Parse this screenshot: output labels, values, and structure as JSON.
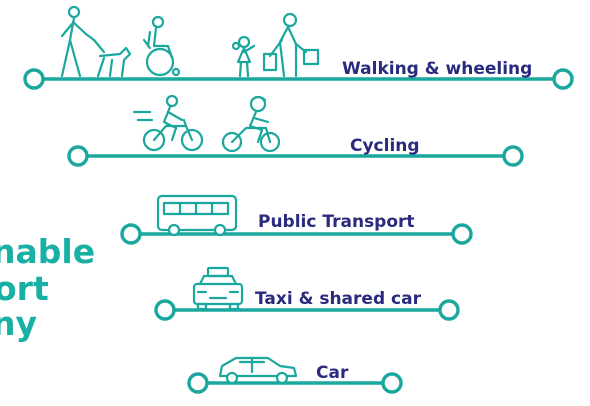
{
  "colors": {
    "line": "#1aa79d",
    "label": "#2a2a7e",
    "title": "#18b0a4",
    "illustration": "#1aa79d"
  },
  "side_title": {
    "line1": "nable",
    "line2": "ort",
    "line3": "ny"
  },
  "tiers": [
    {
      "label": "Walking & wheeling",
      "icons": [
        "pedestrian-with-dog-icon",
        "wheelchair-user-icon",
        "child-icon",
        "shopper-with-bags-icon"
      ]
    },
    {
      "label": "Cycling",
      "icons": [
        "cyclist-icon",
        "child-cyclist-icon"
      ]
    },
    {
      "label": "Public Transport",
      "icons": [
        "bus-icon"
      ]
    },
    {
      "label": "Taxi & shared car",
      "icons": [
        "taxi-icon"
      ]
    },
    {
      "label": "Car",
      "icons": [
        "car-icon"
      ]
    }
  ]
}
